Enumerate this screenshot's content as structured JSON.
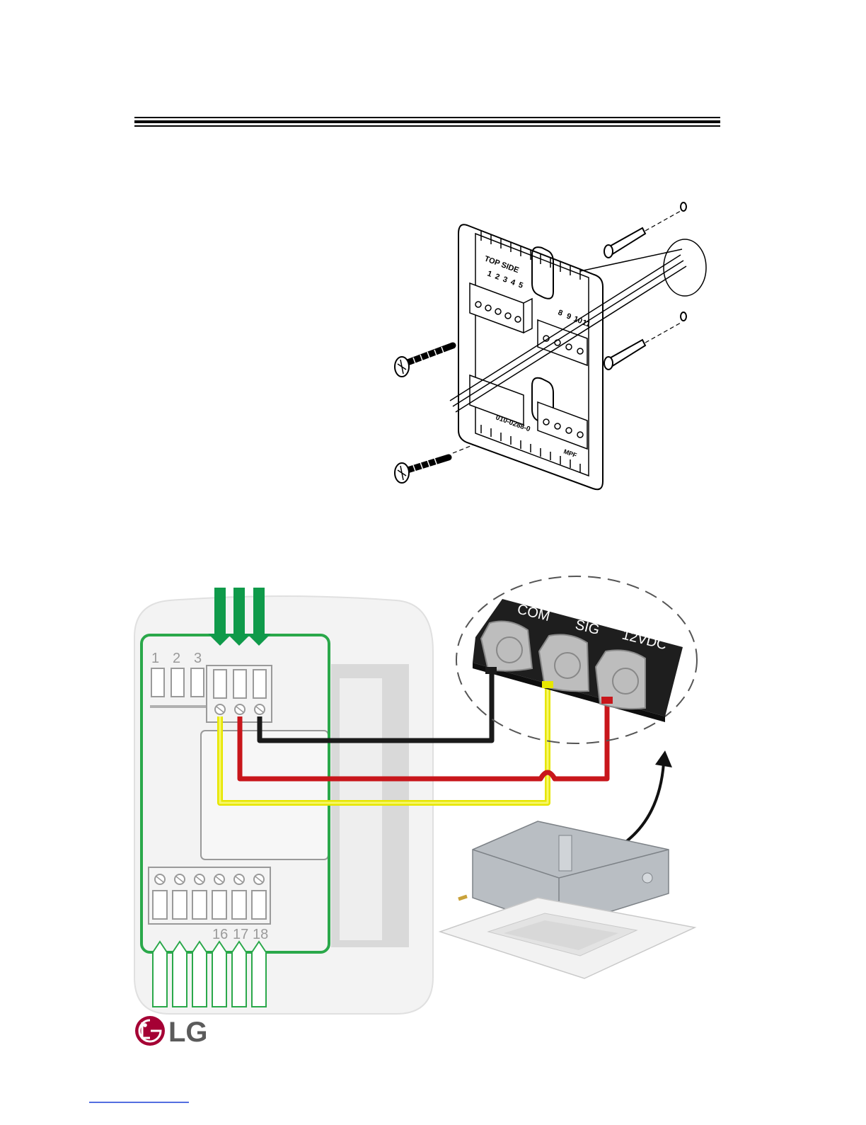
{
  "mounting_figure": {
    "label_top_side": "TOP SIDE",
    "terminals_left": [
      "1",
      "2",
      "3",
      "4",
      "5"
    ],
    "terminals_right": [
      "8",
      "9",
      "10",
      "11"
    ],
    "model_code": "010-0288-0",
    "mark_right": "MPF"
  },
  "wiring_diagram": {
    "terminal_numbers_top": [
      "1",
      "2",
      "3"
    ],
    "terminal_numbers_bottom": [
      "16",
      "17",
      "18"
    ],
    "unit_terminals": [
      "COM",
      "SIG",
      "12VDC"
    ],
    "wire_colors": {
      "com": "#1a1a1a",
      "sig": "#f2f20a",
      "vdc": "#c8161b",
      "outline": "#2aa84a",
      "arrows": "#0f9a4a"
    }
  },
  "brand": {
    "name": "LG",
    "color": "#a50034"
  }
}
